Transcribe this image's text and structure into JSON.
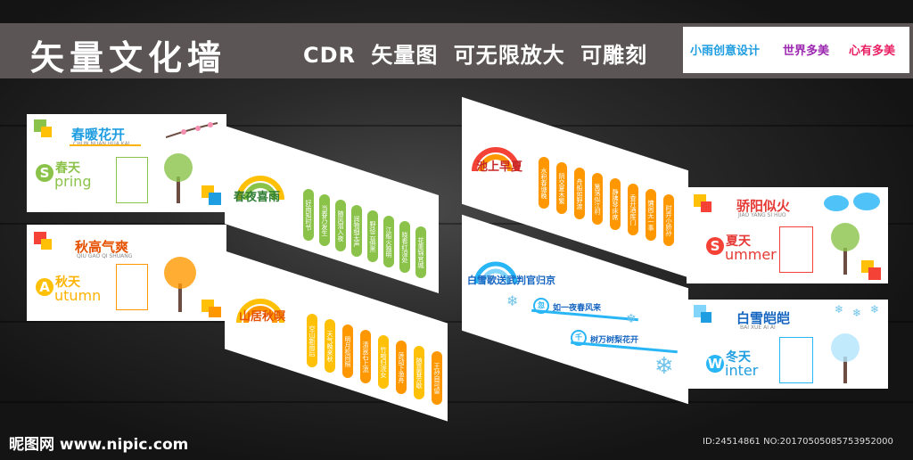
{
  "header": {
    "title": "矢量文化墙",
    "subtitle": "CDR 矢量图 可无限放大 可雕刻",
    "tags": [
      "小雨创意设计",
      "世界多美",
      "心有多美"
    ]
  },
  "panels": {
    "spring": {
      "title": "春暖花开",
      "pinyin": "CHUN NUAN HUA KAI",
      "season_cn": "春天",
      "letter": "S",
      "season_en": "pring"
    },
    "autumn": {
      "title": "秋高气爽",
      "pinyin": "QIU GAO QI SHUANG",
      "season_cn": "秋天",
      "letter": "A",
      "season_en": "utumn"
    },
    "summer": {
      "title": "骄阳似火",
      "pinyin": "JIAO YANG SI HUO",
      "season_cn": "夏天",
      "letter": "S",
      "season_en": "ummer"
    },
    "winter": {
      "title": "白雪皑皑",
      "pinyin": "BAI XUE AI AI",
      "season_cn": "冬天",
      "letter": "W",
      "season_en": "inter"
    }
  },
  "strips": {
    "spring_night": {
      "title": "春夜喜雨",
      "lines": [
        "好雨知时节",
        "当春乃发生",
        "随风潜入夜",
        "润物细无声",
        "野径云俱黑",
        "江船火独明",
        "晓看红湿处",
        "花重锦官城"
      ]
    },
    "mountain_autumn": {
      "title": "山居秋暝",
      "lines": [
        "空山新雨后",
        "天气晚来秋",
        "明月松间照",
        "清泉石上流",
        "竹喧归浣女",
        "莲动下渔舟",
        "随意春芳歇",
        "王孙自可留"
      ]
    },
    "pond_summer": {
      "title": "池上早夏",
      "lines": [
        "水积春塘晚",
        "阴交夏木繁",
        "舟船如野渡",
        "篱落似江村",
        "静拂琴床席",
        "香开酒库门",
        "慵闲无一事",
        "时弄小娇孙"
      ]
    },
    "snow_farewell": {
      "title": "白雪歌送武判官归京",
      "lines": [
        {
          "mark": "忽",
          "text": "如一夜春风来"
        },
        {
          "mark": "千",
          "text": "树万树梨花开"
        }
      ]
    }
  },
  "footer": {
    "logo": "昵图网 www.nipic.com",
    "id": "ID:24514861 NO:20170505085753952000"
  },
  "colors": {
    "green": "#8bc34a",
    "orange": "#ff9800",
    "blue": "#1e9de0",
    "yellow": "#ffc107",
    "red": "#f44336",
    "lightblue": "#29b6f6"
  }
}
